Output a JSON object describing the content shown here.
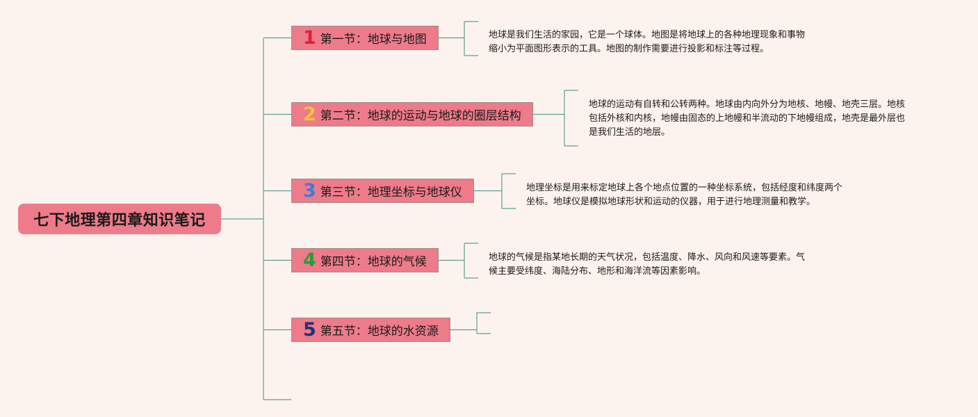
{
  "root": {
    "title": "七下地理第四章知识笔记"
  },
  "colors": {
    "background": "#fdf3ee",
    "node_fill": "#ee7b8a",
    "connector": "#5f9e8f"
  },
  "topics": [
    {
      "number": "1",
      "number_color": "#e0203a",
      "label": "第一节：地球与地图",
      "note_lines": [
        "地球是我们生活的家园，它是一个球体。地图是将地球上的各种地理现象和事物",
        "缩小为平面图形表示的工具。地图的制作需要进行投影和标注等过程。"
      ]
    },
    {
      "number": "2",
      "number_color": "#f2c23a",
      "label": "第二节：地球的运动与地球的圈层结构",
      "note_lines": [
        "地球的运动有自转和公转两种。地球由内向外分为地核、地幔、地壳三层。地核",
        "包括外核和内核，地幔由固态的上地幔和半流动的下地幔组成，地壳是最外层也",
        "是我们生活的地层。"
      ]
    },
    {
      "number": "3",
      "number_color": "#3a7fd6",
      "label": "第三节：地理坐标与地球仪",
      "note_lines": [
        "地理坐标是用来标定地球上各个地点位置的一种坐标系统，包括经度和纬度两个",
        "坐标。地球仪是模拟地球形状和运动的仪器，用于进行地理测量和教学。"
      ]
    },
    {
      "number": "4",
      "number_color": "#2a9a3a",
      "label": "第四节：地球的气候",
      "note_lines": [
        "地球的气候是指某地长期的天气状况，包括温度、降水、风向和风速等要素。气",
        "候主要受纬度、海陆分布、地形和海洋流等因素影响。"
      ]
    },
    {
      "number": "5",
      "number_color": "#23307a",
      "label": "第五节：地球的水资源",
      "note_lines": []
    }
  ]
}
